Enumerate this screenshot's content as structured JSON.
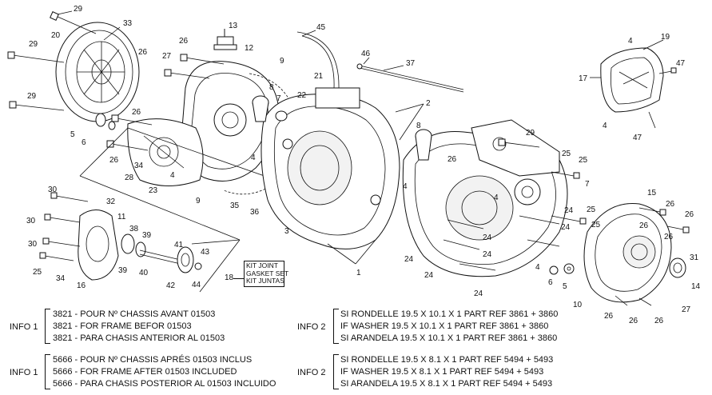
{
  "callouts": {
    "c1": "1",
    "c2": "2",
    "c3": "3",
    "c4": "4",
    "c5": "5",
    "c6": "6",
    "c7": "7",
    "c8": "8",
    "c9": "9",
    "c10": "10",
    "c11": "11",
    "c12": "12",
    "c13": "13",
    "c14": "14",
    "c15": "15",
    "c16": "16",
    "c17": "17",
    "c19": "19",
    "c20": "20",
    "c21": "21",
    "c22": "22",
    "c23": "23",
    "c24": "24",
    "c25": "25",
    "c26": "26",
    "c27": "27",
    "c28": "28",
    "c29": "29",
    "c30": "30",
    "c31": "31",
    "c32": "32",
    "c33": "33",
    "c34": "34",
    "c35": "35",
    "c36": "36",
    "c37": "37",
    "c38": "38",
    "c39": "39",
    "c40": "40",
    "c41": "41",
    "c42": "42",
    "c43": "43",
    "c44": "44",
    "c45": "45",
    "c46": "46",
    "c47": "47"
  },
  "kit": {
    "number": "18",
    "lines": [
      "KIT JOINT",
      "GASKET SET",
      "KIT JUNTAS"
    ]
  },
  "info": [
    {
      "label": "INFO 1",
      "lines": [
        "3821 - POUR Nº CHASSIS AVANT 01503",
        "3821 - FOR FRAME BEFOR 01503",
        "3821 - PARA CHASIS ANTERIOR AL 01503"
      ]
    },
    {
      "label": "INFO 2",
      "lines": [
        "SI RONDELLE 19.5 X 10.1 X 1 PART REF 3861 + 3860",
        "IF WASHER 19.5 X 10.1 X 1 PART REF 3861 + 3860",
        "SI ARANDELA 19.5 X 10.1 X 1 PART REF 3861 + 3860"
      ]
    },
    {
      "label": "INFO 1",
      "lines": [
        "5666 - POUR Nº CHASSIS APRÉS 01503 INCLUS",
        "5666 - FOR FRAME AFTER 01503 INCLUDED",
        "5666 - PARA CHASIS POSTERIOR AL 01503 INCLUIDO"
      ]
    },
    {
      "label": "INFO 2",
      "lines": [
        "SI RONDELLE 19.5 X 8.1 X 1 PART REF 5494 + 5493",
        "IF WASHER 19.5 X 8.1 X 1 PART REF 5494 + 5493",
        "SI ARANDELA 19.5 X 8.1 X 1 PART REF 5494 + 5493"
      ]
    }
  ]
}
